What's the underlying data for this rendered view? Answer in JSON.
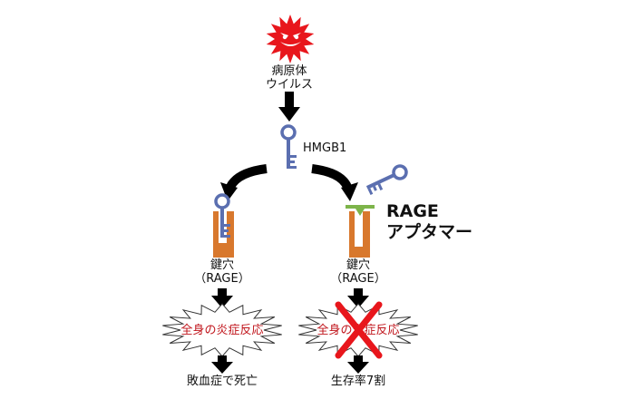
{
  "labels": {
    "pathogen_line1": "病原体",
    "pathogen_line2": "ウイルス",
    "hmgb1": "HMGB1",
    "aptamer_line1": "RAGE",
    "aptamer_line2": "アプタマー",
    "keyhole_left_line1": "鍵穴",
    "keyhole_left_line2": "（RAGE）",
    "keyhole_right_line1": "鍵穴",
    "keyhole_right_line2": "（RAGE）",
    "inflammation_left": "全身の炎症反応",
    "inflammation_right": "全身の炎症反応",
    "outcome_left": "敗血症で死亡",
    "outcome_right": "生存率7割"
  },
  "colors": {
    "virus": "#e8161c",
    "key": "#5b6fb0",
    "keyhole": "#d8782d",
    "aptamer": "#7db44a",
    "cross": "#e8161c",
    "arrow": "#000000",
    "red_text": "#c0141b"
  },
  "icons": [
    "virus-icon",
    "key-icon",
    "keyhole-icon",
    "aptamer-icon",
    "burst-icon",
    "cross-icon",
    "arrow-down-icon",
    "curved-arrow-icon"
  ]
}
